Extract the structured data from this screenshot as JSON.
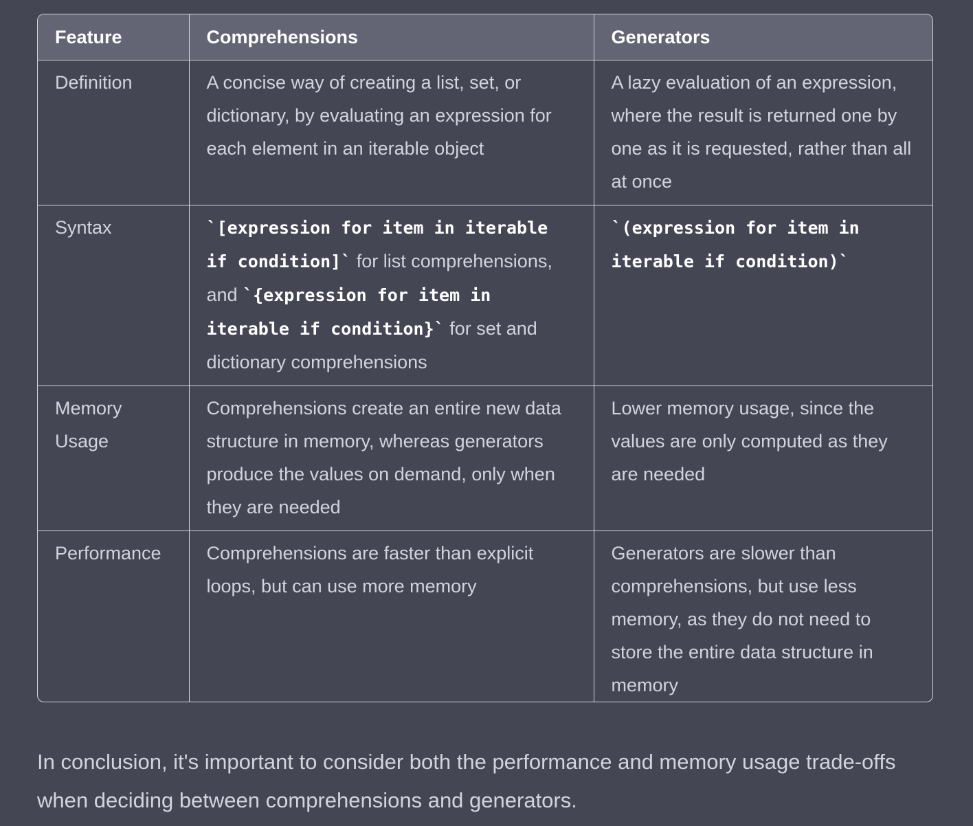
{
  "table": {
    "headers": [
      "Feature",
      "Comprehensions",
      "Generators"
    ],
    "rows": [
      {
        "feature": "Definition",
        "comprehensions": "A concise way of creating a list, set, or dictionary, by evaluating an expression for each element in an iterable object",
        "generators": "A lazy evaluation of an expression, where the result is returned one by one as it is requested, rather than all at once"
      },
      {
        "feature": "Syntax",
        "comprehensions_parts": [
          {
            "code": "`[expression for item in iterable if condition]`"
          },
          {
            "text": " for list comprehensions, and "
          },
          {
            "code": "`{expression for item in iterable if condition}`"
          },
          {
            "text": " for set and dictionary comprehensions"
          }
        ],
        "generators_code": "`(expression for item in iterable if condition)`"
      },
      {
        "feature": "Memory Usage",
        "comprehensions": "Comprehensions create an entire new data structure in memory, whereas generators produce the values on demand, only when they are needed",
        "generators": "Lower memory usage, since the values are only computed as they are needed"
      },
      {
        "feature": "Performance",
        "comprehensions": "Comprehensions are faster than explicit loops, but can use more memory",
        "generators": "Generators are slower than comprehensions, but use less memory, as they do not need to store the entire data structure in memory"
      }
    ]
  },
  "conclusion": "In conclusion, it's important to consider both the performance and memory usage trade-offs when deciding between comprehensions and generators."
}
